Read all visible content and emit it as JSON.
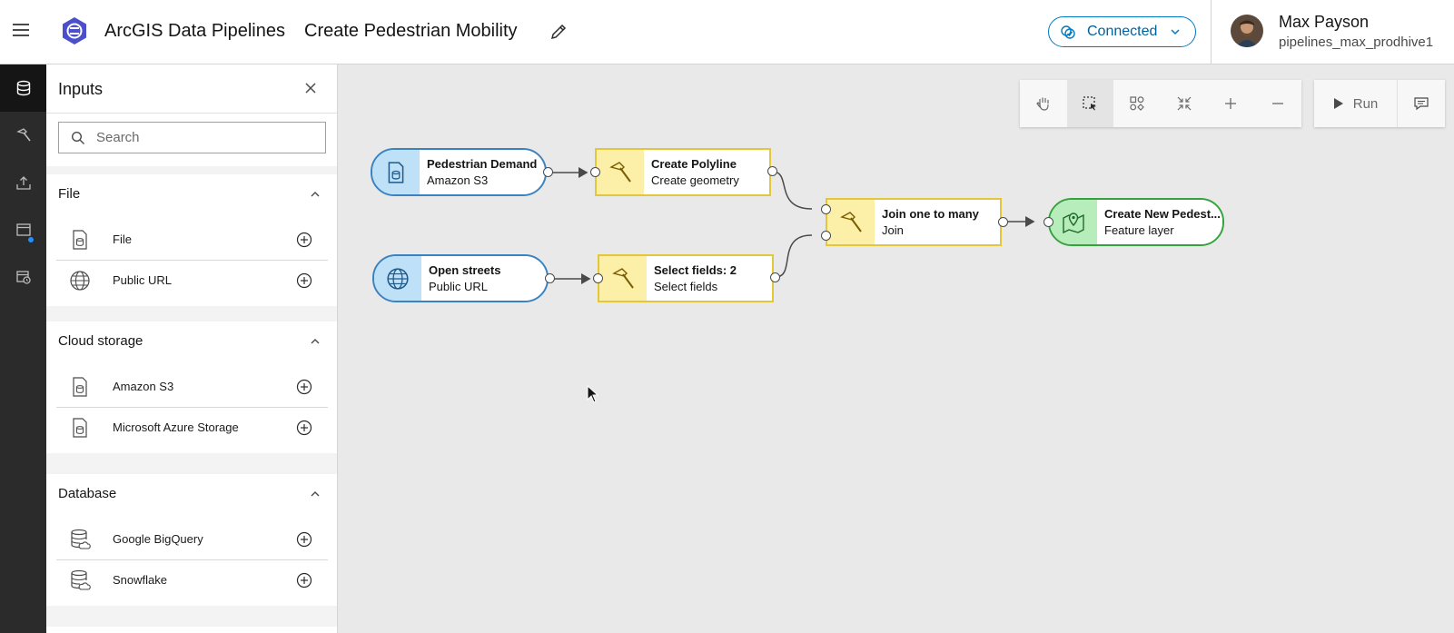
{
  "header": {
    "app_name": "ArcGIS Data Pipelines",
    "pipeline_name": "Create Pedestrian Mobility",
    "connection_status": "Connected",
    "user": {
      "name": "Max Payson",
      "username": "pipelines_max_prodhive1"
    }
  },
  "rail": {
    "items": [
      {
        "icon": "database-icon",
        "active": true
      },
      {
        "icon": "hammer-icon",
        "active": false
      },
      {
        "icon": "upload-icon",
        "active": false
      },
      {
        "icon": "folder-calendar-icon",
        "active": false,
        "badge": true
      },
      {
        "icon": "calendar-clock-icon",
        "active": false
      }
    ]
  },
  "panel": {
    "title": "Inputs",
    "search": {
      "placeholder": "Search",
      "value": ""
    },
    "sections": [
      {
        "title": "File",
        "items": [
          {
            "label": "File",
            "icon": "file-database-icon"
          },
          {
            "label": "Public URL",
            "icon": "globe-icon"
          }
        ]
      },
      {
        "title": "Cloud storage",
        "items": [
          {
            "label": "Amazon S3",
            "icon": "file-database-icon"
          },
          {
            "label": "Microsoft Azure Storage",
            "icon": "file-database-icon"
          }
        ]
      },
      {
        "title": "Database",
        "items": [
          {
            "label": "Google BigQuery",
            "icon": "database-cloud-icon"
          },
          {
            "label": "Snowflake",
            "icon": "database-cloud-icon"
          }
        ]
      }
    ]
  },
  "toolbar": {
    "tools": [
      "pan-icon",
      "select-icon",
      "auto-layout-icon",
      "fit-to-view-icon",
      "zoom-in-icon",
      "zoom-out-icon"
    ],
    "active_tool": "select-icon",
    "run_label": "Run"
  },
  "nodes": [
    {
      "id": "pedestrian-demand",
      "kind": "input",
      "title": "Pedestrian Demand",
      "subtitle": "Amazon S3",
      "icon": "file-database-icon"
    },
    {
      "id": "open-streets",
      "kind": "input",
      "title": "Open streets",
      "subtitle": "Public URL",
      "icon": "globe-icon"
    },
    {
      "id": "create-polyline",
      "kind": "tool",
      "title": "Create Polyline",
      "subtitle": "Create geometry",
      "icon": "hammer-icon"
    },
    {
      "id": "select-fields",
      "kind": "tool",
      "title": "Select fields: 2",
      "subtitle": "Select fields",
      "icon": "hammer-icon"
    },
    {
      "id": "join-one-to-many",
      "kind": "tool",
      "title": "Join one to many",
      "subtitle": "Join",
      "icon": "hammer-icon"
    },
    {
      "id": "create-new-pedestrian",
      "kind": "output",
      "title": "Create New Pedest...",
      "subtitle": "Feature layer",
      "icon": "map-pin-icon"
    }
  ],
  "colors": {
    "accent": "#007ac2",
    "input_node": "#3b83c0",
    "tool_node": "#e4c63a",
    "output_node": "#35a33d",
    "rail_bg": "#2b2b2b"
  }
}
